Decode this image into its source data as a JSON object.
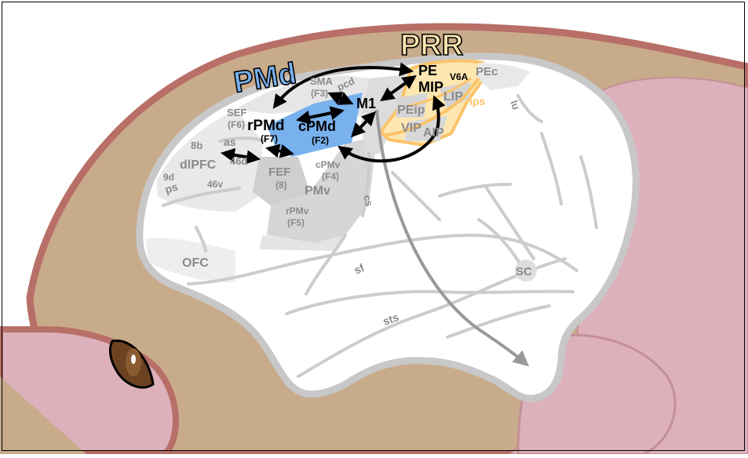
{
  "title_labels": {
    "pmd": "PMd",
    "prr": "PRR"
  },
  "frontal_regions": {
    "sma": "SMA",
    "f3": "(F3)",
    "pcd": "pcd",
    "sef": "SEF",
    "f6": "(F6)",
    "rpmd": "rPMd",
    "f7": "(F7)",
    "cpmd": "cPMd",
    "f2": "(F2)",
    "m1": "M1",
    "as": "as",
    "8b": "8b",
    "dlpfc": "dlPFC",
    "46d": "46d",
    "9d": "9d",
    "ps": "ps",
    "46v": "46v",
    "fef": "FEF",
    "8": "(8)",
    "cpmv": "cPMv",
    "f4": "(F4)",
    "pmv": "PMv",
    "cs": "cs",
    "rpmv": "rPMv",
    "f5": "(F5)",
    "ofc": "OFC"
  },
  "parietal_regions": {
    "pe": "PE",
    "mip": "MIP",
    "v6a": "V6A",
    "pec": "PEc",
    "lip": "LIP",
    "ips": "ips",
    "peip": "PEip",
    "vip": "VIP",
    "aip": "AIP",
    "lu": "lu"
  },
  "other_regions": {
    "sf": "sf",
    "sts": "sts",
    "sc": "SC"
  },
  "colors": {
    "pmd_blue": "#78b1ee",
    "prr_orange": "#fbc36a",
    "prr_fill": "#fde6b0",
    "skin": "#c8ab8b",
    "skull_rim": "#b76f67",
    "pink": "#dcb1bb",
    "cortex_outline": "#c8c8c8",
    "dark_label": "#000000",
    "gray_label": "#8a8a8a"
  }
}
